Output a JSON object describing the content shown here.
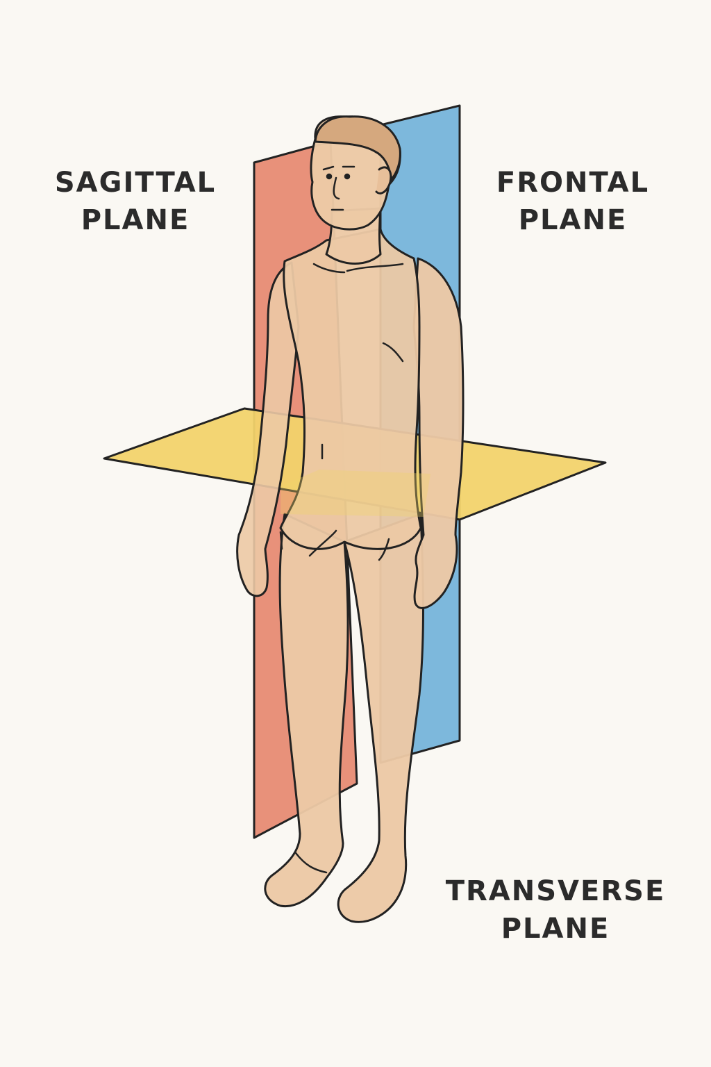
{
  "labels": {
    "sagittal": {
      "line1": "SAGITTAL",
      "line2": "PLANE"
    },
    "frontal": {
      "line1": "FRONTAL",
      "line2": "PLANE"
    },
    "transverse": {
      "line1": "TRANSVERSE",
      "line2": "PLANE"
    }
  },
  "colors": {
    "background": "#faf8f3",
    "sagittal_plane": "#e8917a",
    "frontal_plane": "#7db8dc",
    "transverse_plane": "#f2d36b",
    "skin": "#ecc9a5",
    "outline": "#222222",
    "label_text": "#2b2b2b"
  }
}
